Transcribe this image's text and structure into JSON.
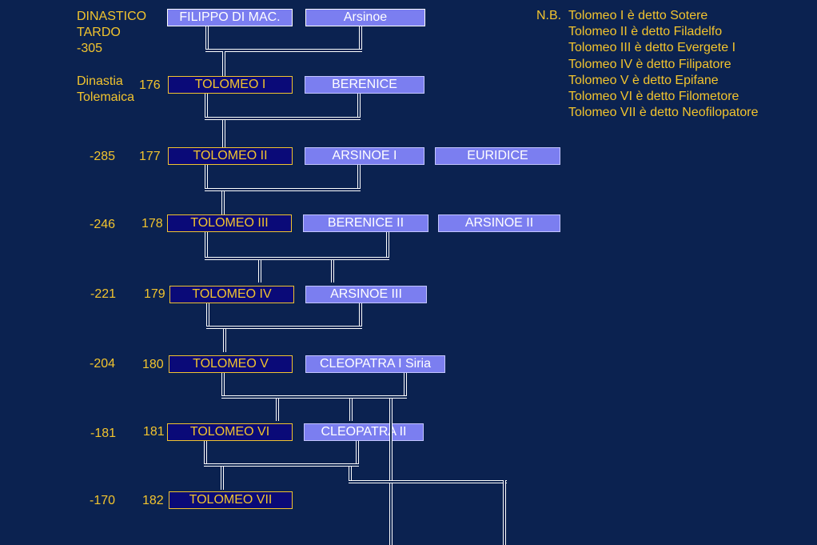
{
  "header": {
    "period_line1": "DINASTICO",
    "period_line2": "TARDO",
    "period_year": "-305",
    "dynasty_line1": "Dinastia",
    "dynasty_line2": "Tolemaica"
  },
  "generations": [
    {
      "year": "",
      "number": "",
      "male": "FILIPPO DI MAC.",
      "wives": [
        "Arsinoe"
      ]
    },
    {
      "year": "",
      "number": "176",
      "male": "TOLOMEO  I",
      "wives": [
        "BERENICE"
      ]
    },
    {
      "year": "-285",
      "number": "177",
      "male": "TOLOMEO  II",
      "wives": [
        "ARSINOE  I",
        "EURIDICE"
      ]
    },
    {
      "year": "-246",
      "number": "178",
      "male": "TOLOMEO  III",
      "wives": [
        "BERENICE  II",
        "ARSINOE  II"
      ]
    },
    {
      "year": "-221",
      "number": "179",
      "male": "TOLOMEO  IV",
      "wives": [
        "ARSINOE  III"
      ]
    },
    {
      "year": "-204",
      "number": "180",
      "male": "TOLOMEO  V",
      "wives": [
        "CLEOPATRA I Siria"
      ]
    },
    {
      "year": "-181",
      "number": "181",
      "male": "TOLOMEO  VI",
      "wives": [
        "CLEOPATRA  II"
      ]
    },
    {
      "year": "-170",
      "number": "182",
      "male": "TOLOMEO  VII",
      "wives": []
    }
  ],
  "note": {
    "prefix": "N.B.",
    "lines": [
      "Tolomeo I è detto Sotere",
      "Tolomeo II è detto Filadelfo",
      "Tolomeo III è detto Evergete I",
      "Tolomeo IV è detto Filipatore",
      "Tolomeo V è detto Epifane",
      "Tolomeo VI è detto Filometore",
      "Tolomeo VII è detto Neofilopatore"
    ]
  },
  "colors": {
    "background": "#0b2250",
    "text": "#f2c42e",
    "male_box": "#0a0a78",
    "female_box": "#7b7ef0"
  }
}
